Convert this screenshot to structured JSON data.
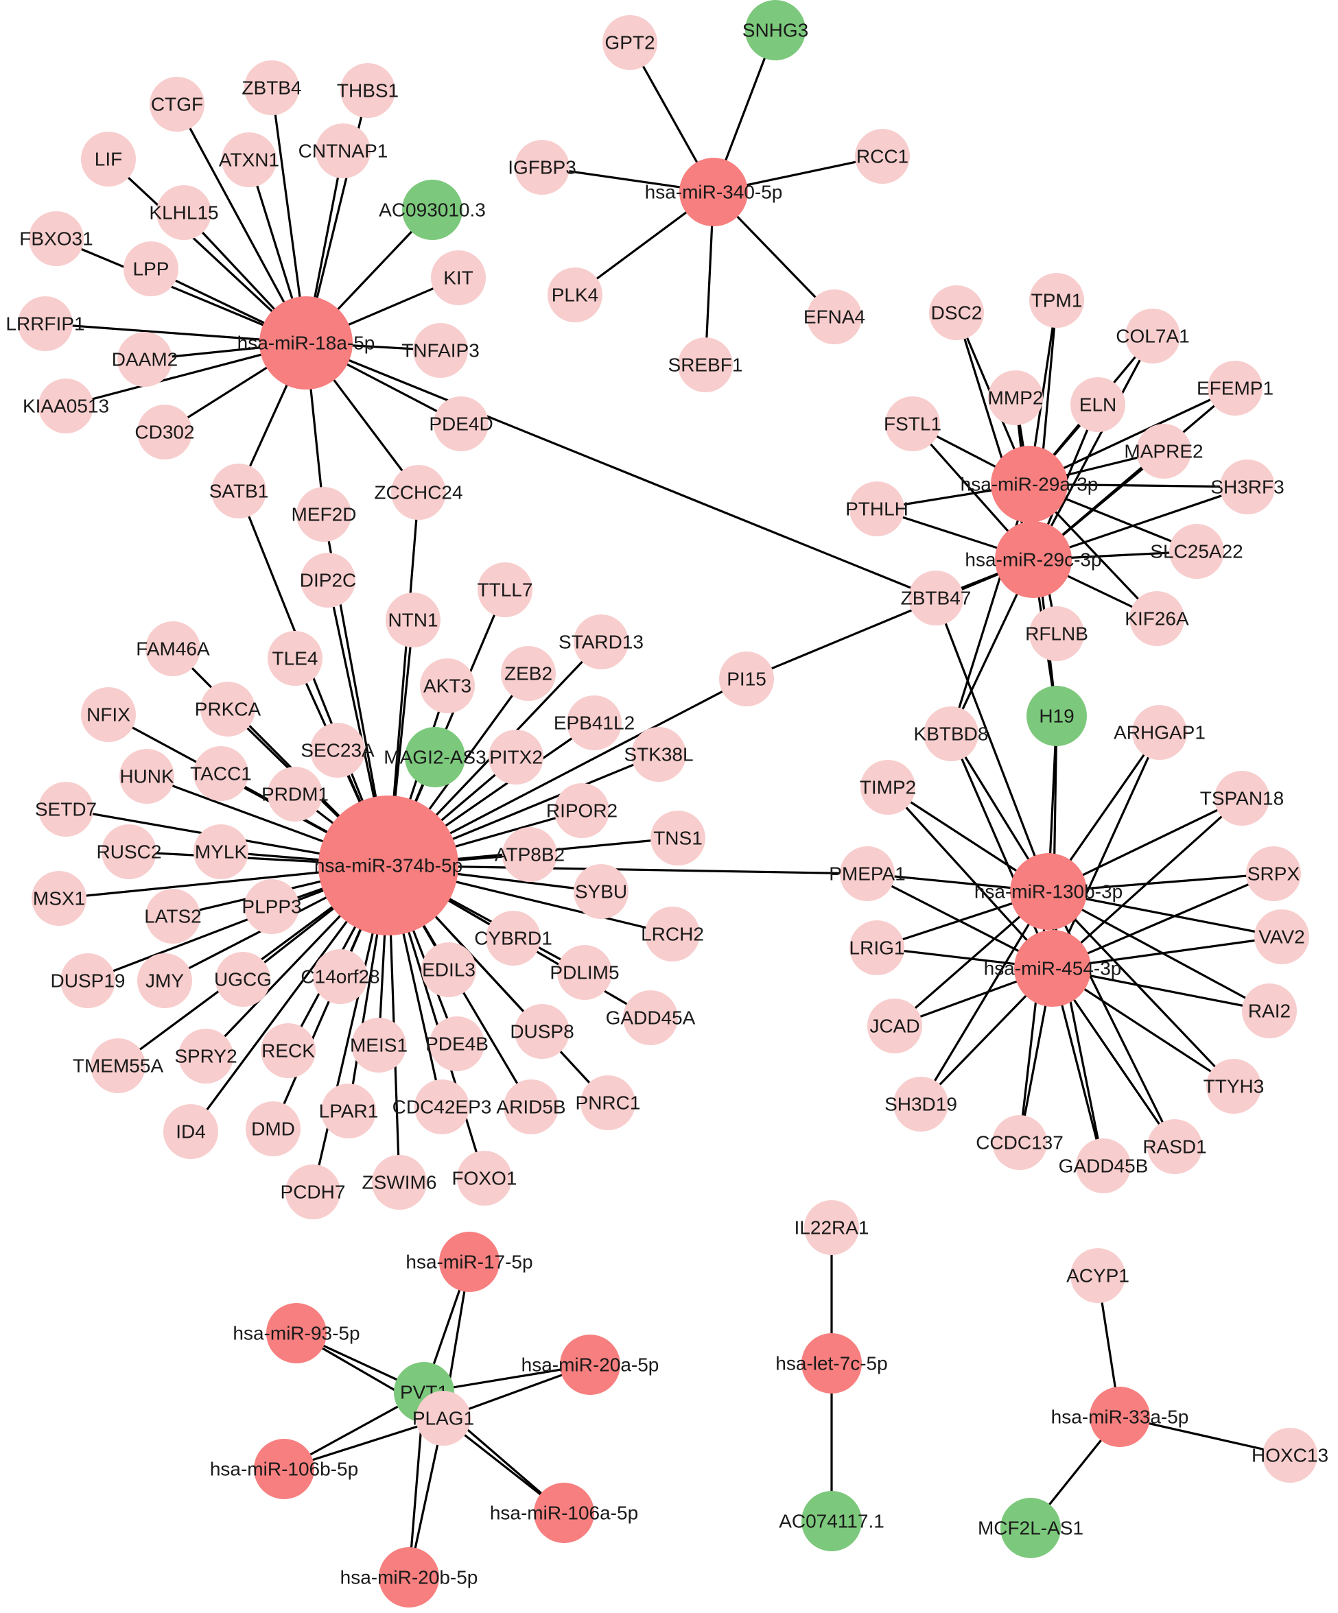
{
  "colors": {
    "mirna": "#f77f7f",
    "lncrna": "#7cc87c",
    "mrna": "#f8cdcd",
    "edge": "#000000"
  },
  "nodes": [
    {
      "id": "hsa-miR-18a-5p",
      "type": "mirna"
    },
    {
      "id": "ZBTB4",
      "type": "mrna"
    },
    {
      "id": "THBS1",
      "type": "mrna"
    },
    {
      "id": "CTGF",
      "type": "mrna"
    },
    {
      "id": "LIF",
      "type": "mrna"
    },
    {
      "id": "ATXN1",
      "type": "mrna"
    },
    {
      "id": "CNTNAP1",
      "type": "mrna"
    },
    {
      "id": "KLHL15",
      "type": "mrna"
    },
    {
      "id": "AC093010.3",
      "type": "lncrna"
    },
    {
      "id": "FBXO31",
      "type": "mrna"
    },
    {
      "id": "LPP",
      "type": "mrna"
    },
    {
      "id": "KIT",
      "type": "mrna"
    },
    {
      "id": "LRRFIP1",
      "type": "mrna"
    },
    {
      "id": "DAAM2",
      "type": "mrna"
    },
    {
      "id": "TNFAIP3",
      "type": "mrna"
    },
    {
      "id": "KIAA0513",
      "type": "mrna"
    },
    {
      "id": "CD302",
      "type": "mrna"
    },
    {
      "id": "PDE4D",
      "type": "mrna"
    },
    {
      "id": "SATB1",
      "type": "mrna"
    },
    {
      "id": "MEF2D",
      "type": "mrna"
    },
    {
      "id": "ZCCHC24",
      "type": "mrna"
    },
    {
      "id": "hsa-miR-340-5p",
      "type": "mirna"
    },
    {
      "id": "GPT2",
      "type": "mrna"
    },
    {
      "id": "SNHG3",
      "type": "lncrna"
    },
    {
      "id": "IGFBP3",
      "type": "mrna"
    },
    {
      "id": "RCC1",
      "type": "mrna"
    },
    {
      "id": "PLK4",
      "type": "mrna"
    },
    {
      "id": "EFNA4",
      "type": "mrna"
    },
    {
      "id": "SREBF1",
      "type": "mrna"
    },
    {
      "id": "hsa-miR-29a-3p",
      "type": "mirna"
    },
    {
      "id": "hsa-miR-29c-3p",
      "type": "mirna"
    },
    {
      "id": "DSC2",
      "type": "mrna"
    },
    {
      "id": "TPM1",
      "type": "mrna"
    },
    {
      "id": "COL7A1",
      "type": "mrna"
    },
    {
      "id": "MMP2",
      "type": "mrna"
    },
    {
      "id": "ELN",
      "type": "mrna"
    },
    {
      "id": "EFEMP1",
      "type": "mrna"
    },
    {
      "id": "FSTL1",
      "type": "mrna"
    },
    {
      "id": "MAPRE2",
      "type": "mrna"
    },
    {
      "id": "PTHLH",
      "type": "mrna"
    },
    {
      "id": "SH3RF3",
      "type": "mrna"
    },
    {
      "id": "SLC25A22",
      "type": "mrna"
    },
    {
      "id": "ZBTB47",
      "type": "mrna"
    },
    {
      "id": "KIF26A",
      "type": "mrna"
    },
    {
      "id": "RFLNB",
      "type": "mrna"
    },
    {
      "id": "PI15",
      "type": "mrna"
    },
    {
      "id": "H19",
      "type": "lncrna"
    },
    {
      "id": "hsa-miR-374b-5p",
      "type": "mirna"
    },
    {
      "id": "DIP2C",
      "type": "mrna"
    },
    {
      "id": "TTLL7",
      "type": "mrna"
    },
    {
      "id": "NTN1",
      "type": "mrna"
    },
    {
      "id": "STARD13",
      "type": "mrna"
    },
    {
      "id": "FAM46A",
      "type": "mrna"
    },
    {
      "id": "TLE4",
      "type": "mrna"
    },
    {
      "id": "AKT3",
      "type": "mrna"
    },
    {
      "id": "ZEB2",
      "type": "mrna"
    },
    {
      "id": "NFIX",
      "type": "mrna"
    },
    {
      "id": "PRKCA",
      "type": "mrna"
    },
    {
      "id": "SEC23A",
      "type": "mrna"
    },
    {
      "id": "EPB41L2",
      "type": "mrna"
    },
    {
      "id": "MAGI2-AS3",
      "type": "lncrna"
    },
    {
      "id": "PITX2",
      "type": "mrna"
    },
    {
      "id": "STK38L",
      "type": "mrna"
    },
    {
      "id": "HUNK",
      "type": "mrna"
    },
    {
      "id": "TACC1",
      "type": "mrna"
    },
    {
      "id": "PRDM1",
      "type": "mrna"
    },
    {
      "id": "SETD7",
      "type": "mrna"
    },
    {
      "id": "RIPOR2",
      "type": "mrna"
    },
    {
      "id": "RUSC2",
      "type": "mrna"
    },
    {
      "id": "MYLK",
      "type": "mrna"
    },
    {
      "id": "ATP8B2",
      "type": "mrna"
    },
    {
      "id": "TNS1",
      "type": "mrna"
    },
    {
      "id": "MSX1",
      "type": "mrna"
    },
    {
      "id": "SYBU",
      "type": "mrna"
    },
    {
      "id": "LATS2",
      "type": "mrna"
    },
    {
      "id": "PLPP3",
      "type": "mrna"
    },
    {
      "id": "LRCH2",
      "type": "mrna"
    },
    {
      "id": "CYBRD1",
      "type": "mrna"
    },
    {
      "id": "DUSP19",
      "type": "mrna"
    },
    {
      "id": "JMY",
      "type": "mrna"
    },
    {
      "id": "UGCG",
      "type": "mrna"
    },
    {
      "id": "C14orf28",
      "type": "mrna"
    },
    {
      "id": "EDIL3",
      "type": "mrna"
    },
    {
      "id": "PDLIM5",
      "type": "mrna"
    },
    {
      "id": "GADD45A",
      "type": "mrna"
    },
    {
      "id": "TMEM55A",
      "type": "mrna"
    },
    {
      "id": "SPRY2",
      "type": "mrna"
    },
    {
      "id": "RECK",
      "type": "mrna"
    },
    {
      "id": "MEIS1",
      "type": "mrna"
    },
    {
      "id": "PDE4B",
      "type": "mrna"
    },
    {
      "id": "DUSP8",
      "type": "mrna"
    },
    {
      "id": "ID4",
      "type": "mrna"
    },
    {
      "id": "DMD",
      "type": "mrna"
    },
    {
      "id": "LPAR1",
      "type": "mrna"
    },
    {
      "id": "CDC42EP3",
      "type": "mrna"
    },
    {
      "id": "ARID5B",
      "type": "mrna"
    },
    {
      "id": "PNRC1",
      "type": "mrna"
    },
    {
      "id": "PCDH7",
      "type": "mrna"
    },
    {
      "id": "ZSWIM6",
      "type": "mrna"
    },
    {
      "id": "FOXO1",
      "type": "mrna"
    },
    {
      "id": "hsa-miR-130b-3p",
      "type": "mirna"
    },
    {
      "id": "hsa-miR-454-3p",
      "type": "mirna"
    },
    {
      "id": "KBTBD8",
      "type": "mrna"
    },
    {
      "id": "ARHGAP1",
      "type": "mrna"
    },
    {
      "id": "TIMP2",
      "type": "mrna"
    },
    {
      "id": "TSPAN18",
      "type": "mrna"
    },
    {
      "id": "PMEPA1",
      "type": "mrna"
    },
    {
      "id": "SRPX",
      "type": "mrna"
    },
    {
      "id": "LRIG1",
      "type": "mrna"
    },
    {
      "id": "VAV2",
      "type": "mrna"
    },
    {
      "id": "JCAD",
      "type": "mrna"
    },
    {
      "id": "RAI2",
      "type": "mrna"
    },
    {
      "id": "SH3D19",
      "type": "mrna"
    },
    {
      "id": "TTYH3",
      "type": "mrna"
    },
    {
      "id": "CCDC137",
      "type": "mrna"
    },
    {
      "id": "GADD45B",
      "type": "mrna"
    },
    {
      "id": "RASD1",
      "type": "mrna"
    },
    {
      "id": "PVT1",
      "type": "lncrna"
    },
    {
      "id": "PLAG1",
      "type": "mrna"
    },
    {
      "id": "hsa-miR-17-5p",
      "type": "mirna"
    },
    {
      "id": "hsa-miR-93-5p",
      "type": "mirna"
    },
    {
      "id": "hsa-miR-20a-5p",
      "type": "mirna"
    },
    {
      "id": "hsa-miR-106b-5p",
      "type": "mirna"
    },
    {
      "id": "hsa-miR-106a-5p",
      "type": "mirna"
    },
    {
      "id": "hsa-miR-20b-5p",
      "type": "mirna"
    },
    {
      "id": "IL22RA1",
      "type": "mrna"
    },
    {
      "id": "hsa-let-7c-5p",
      "type": "mirna"
    },
    {
      "id": "AC074117.1",
      "type": "lncrna"
    },
    {
      "id": "ACYP1",
      "type": "mrna"
    },
    {
      "id": "hsa-miR-33a-5p",
      "type": "mirna"
    },
    {
      "id": "HOXC13",
      "type": "mrna"
    },
    {
      "id": "MCF2L-AS1",
      "type": "lncrna"
    }
  ],
  "edges": [
    [
      "hsa-miR-18a-5p",
      "ZBTB4"
    ],
    [
      "hsa-miR-18a-5p",
      "THBS1"
    ],
    [
      "hsa-miR-18a-5p",
      "CTGF"
    ],
    [
      "hsa-miR-18a-5p",
      "LIF"
    ],
    [
      "hsa-miR-18a-5p",
      "ATXN1"
    ],
    [
      "hsa-miR-18a-5p",
      "CNTNAP1"
    ],
    [
      "hsa-miR-18a-5p",
      "KLHL15"
    ],
    [
      "hsa-miR-18a-5p",
      "AC093010.3"
    ],
    [
      "hsa-miR-18a-5p",
      "FBXO31"
    ],
    [
      "hsa-miR-18a-5p",
      "LPP"
    ],
    [
      "hsa-miR-18a-5p",
      "KIT"
    ],
    [
      "hsa-miR-18a-5p",
      "LRRFIP1"
    ],
    [
      "hsa-miR-18a-5p",
      "DAAM2"
    ],
    [
      "hsa-miR-18a-5p",
      "TNFAIP3"
    ],
    [
      "hsa-miR-18a-5p",
      "KIAA0513"
    ],
    [
      "hsa-miR-18a-5p",
      "CD302"
    ],
    [
      "hsa-miR-18a-5p",
      "PDE4D"
    ],
    [
      "hsa-miR-18a-5p",
      "SATB1"
    ],
    [
      "hsa-miR-18a-5p",
      "MEF2D"
    ],
    [
      "hsa-miR-18a-5p",
      "ZCCHC24"
    ],
    [
      "hsa-miR-18a-5p",
      "ZBTB47"
    ],
    [
      "hsa-miR-340-5p",
      "GPT2"
    ],
    [
      "hsa-miR-340-5p",
      "SNHG3"
    ],
    [
      "hsa-miR-340-5p",
      "IGFBP3"
    ],
    [
      "hsa-miR-340-5p",
      "RCC1"
    ],
    [
      "hsa-miR-340-5p",
      "PLK4"
    ],
    [
      "hsa-miR-340-5p",
      "EFNA4"
    ],
    [
      "hsa-miR-340-5p",
      "SREBF1"
    ],
    [
      "hsa-miR-29a-3p",
      "DSC2"
    ],
    [
      "hsa-miR-29a-3p",
      "TPM1"
    ],
    [
      "hsa-miR-29a-3p",
      "COL7A1"
    ],
    [
      "hsa-miR-29a-3p",
      "MMP2"
    ],
    [
      "hsa-miR-29a-3p",
      "ELN"
    ],
    [
      "hsa-miR-29a-3p",
      "EFEMP1"
    ],
    [
      "hsa-miR-29a-3p",
      "FSTL1"
    ],
    [
      "hsa-miR-29a-3p",
      "MAPRE2"
    ],
    [
      "hsa-miR-29a-3p",
      "PTHLH"
    ],
    [
      "hsa-miR-29a-3p",
      "SH3RF3"
    ],
    [
      "hsa-miR-29a-3p",
      "SLC25A22"
    ],
    [
      "hsa-miR-29a-3p",
      "KIF26A"
    ],
    [
      "hsa-miR-29a-3p",
      "RFLNB"
    ],
    [
      "hsa-miR-29a-3p",
      "H19"
    ],
    [
      "hsa-miR-29a-3p",
      "KBTBD8"
    ],
    [
      "hsa-miR-29c-3p",
      "DSC2"
    ],
    [
      "hsa-miR-29c-3p",
      "TPM1"
    ],
    [
      "hsa-miR-29c-3p",
      "COL7A1"
    ],
    [
      "hsa-miR-29c-3p",
      "MMP2"
    ],
    [
      "hsa-miR-29c-3p",
      "ELN"
    ],
    [
      "hsa-miR-29c-3p",
      "EFEMP1"
    ],
    [
      "hsa-miR-29c-3p",
      "FSTL1"
    ],
    [
      "hsa-miR-29c-3p",
      "MAPRE2"
    ],
    [
      "hsa-miR-29c-3p",
      "PTHLH"
    ],
    [
      "hsa-miR-29c-3p",
      "SH3RF3"
    ],
    [
      "hsa-miR-29c-3p",
      "SLC25A22"
    ],
    [
      "hsa-miR-29c-3p",
      "KIF26A"
    ],
    [
      "hsa-miR-29c-3p",
      "ZBTB47"
    ],
    [
      "hsa-miR-29c-3p",
      "H19"
    ],
    [
      "hsa-miR-29c-3p",
      "PI15"
    ],
    [
      "hsa-miR-29c-3p",
      "KBTBD8"
    ],
    [
      "hsa-miR-374b-5p",
      "SATB1"
    ],
    [
      "hsa-miR-374b-5p",
      "MEF2D"
    ],
    [
      "hsa-miR-374b-5p",
      "ZCCHC24"
    ],
    [
      "hsa-miR-374b-5p",
      "DIP2C"
    ],
    [
      "hsa-miR-374b-5p",
      "TTLL7"
    ],
    [
      "hsa-miR-374b-5p",
      "NTN1"
    ],
    [
      "hsa-miR-374b-5p",
      "STARD13"
    ],
    [
      "hsa-miR-374b-5p",
      "FAM46A"
    ],
    [
      "hsa-miR-374b-5p",
      "TLE4"
    ],
    [
      "hsa-miR-374b-5p",
      "AKT3"
    ],
    [
      "hsa-miR-374b-5p",
      "ZEB2"
    ],
    [
      "hsa-miR-374b-5p",
      "NFIX"
    ],
    [
      "hsa-miR-374b-5p",
      "PRKCA"
    ],
    [
      "hsa-miR-374b-5p",
      "SEC23A"
    ],
    [
      "hsa-miR-374b-5p",
      "EPB41L2"
    ],
    [
      "hsa-miR-374b-5p",
      "MAGI2-AS3"
    ],
    [
      "hsa-miR-374b-5p",
      "PITX2"
    ],
    [
      "hsa-miR-374b-5p",
      "STK38L"
    ],
    [
      "hsa-miR-374b-5p",
      "HUNK"
    ],
    [
      "hsa-miR-374b-5p",
      "TACC1"
    ],
    [
      "hsa-miR-374b-5p",
      "PRDM1"
    ],
    [
      "hsa-miR-374b-5p",
      "SETD7"
    ],
    [
      "hsa-miR-374b-5p",
      "RIPOR2"
    ],
    [
      "hsa-miR-374b-5p",
      "RUSC2"
    ],
    [
      "hsa-miR-374b-5p",
      "MYLK"
    ],
    [
      "hsa-miR-374b-5p",
      "ATP8B2"
    ],
    [
      "hsa-miR-374b-5p",
      "TNS1"
    ],
    [
      "hsa-miR-374b-5p",
      "MSX1"
    ],
    [
      "hsa-miR-374b-5p",
      "SYBU"
    ],
    [
      "hsa-miR-374b-5p",
      "LATS2"
    ],
    [
      "hsa-miR-374b-5p",
      "PLPP3"
    ],
    [
      "hsa-miR-374b-5p",
      "LRCH2"
    ],
    [
      "hsa-miR-374b-5p",
      "CYBRD1"
    ],
    [
      "hsa-miR-374b-5p",
      "DUSP19"
    ],
    [
      "hsa-miR-374b-5p",
      "JMY"
    ],
    [
      "hsa-miR-374b-5p",
      "UGCG"
    ],
    [
      "hsa-miR-374b-5p",
      "C14orf28"
    ],
    [
      "hsa-miR-374b-5p",
      "EDIL3"
    ],
    [
      "hsa-miR-374b-5p",
      "PDLIM5"
    ],
    [
      "hsa-miR-374b-5p",
      "GADD45A"
    ],
    [
      "hsa-miR-374b-5p",
      "TMEM55A"
    ],
    [
      "hsa-miR-374b-5p",
      "SPRY2"
    ],
    [
      "hsa-miR-374b-5p",
      "RECK"
    ],
    [
      "hsa-miR-374b-5p",
      "MEIS1"
    ],
    [
      "hsa-miR-374b-5p",
      "PDE4B"
    ],
    [
      "hsa-miR-374b-5p",
      "DUSP8"
    ],
    [
      "hsa-miR-374b-5p",
      "ID4"
    ],
    [
      "hsa-miR-374b-5p",
      "DMD"
    ],
    [
      "hsa-miR-374b-5p",
      "LPAR1"
    ],
    [
      "hsa-miR-374b-5p",
      "CDC42EP3"
    ],
    [
      "hsa-miR-374b-5p",
      "ARID5B"
    ],
    [
      "hsa-miR-374b-5p",
      "PNRC1"
    ],
    [
      "hsa-miR-374b-5p",
      "PCDH7"
    ],
    [
      "hsa-miR-374b-5p",
      "ZSWIM6"
    ],
    [
      "hsa-miR-374b-5p",
      "FOXO1"
    ],
    [
      "hsa-miR-374b-5p",
      "PI15"
    ],
    [
      "hsa-miR-374b-5p",
      "PMEPA1"
    ],
    [
      "hsa-miR-130b-3p",
      "H19"
    ],
    [
      "hsa-miR-130b-3p",
      "KBTBD8"
    ],
    [
      "hsa-miR-130b-3p",
      "ARHGAP1"
    ],
    [
      "hsa-miR-130b-3p",
      "TIMP2"
    ],
    [
      "hsa-miR-130b-3p",
      "TSPAN18"
    ],
    [
      "hsa-miR-130b-3p",
      "PMEPA1"
    ],
    [
      "hsa-miR-130b-3p",
      "SRPX"
    ],
    [
      "hsa-miR-130b-3p",
      "LRIG1"
    ],
    [
      "hsa-miR-130b-3p",
      "VAV2"
    ],
    [
      "hsa-miR-130b-3p",
      "JCAD"
    ],
    [
      "hsa-miR-130b-3p",
      "RAI2"
    ],
    [
      "hsa-miR-130b-3p",
      "SH3D19"
    ],
    [
      "hsa-miR-130b-3p",
      "TTYH3"
    ],
    [
      "hsa-miR-130b-3p",
      "CCDC137"
    ],
    [
      "hsa-miR-130b-3p",
      "GADD45B"
    ],
    [
      "hsa-miR-130b-3p",
      "RASD1"
    ],
    [
      "hsa-miR-130b-3p",
      "ZBTB47"
    ],
    [
      "hsa-miR-454-3p",
      "H19"
    ],
    [
      "hsa-miR-454-3p",
      "KBTBD8"
    ],
    [
      "hsa-miR-454-3p",
      "ARHGAP1"
    ],
    [
      "hsa-miR-454-3p",
      "TIMP2"
    ],
    [
      "hsa-miR-454-3p",
      "TSPAN18"
    ],
    [
      "hsa-miR-454-3p",
      "PMEPA1"
    ],
    [
      "hsa-miR-454-3p",
      "SRPX"
    ],
    [
      "hsa-miR-454-3p",
      "LRIG1"
    ],
    [
      "hsa-miR-454-3p",
      "VAV2"
    ],
    [
      "hsa-miR-454-3p",
      "JCAD"
    ],
    [
      "hsa-miR-454-3p",
      "RAI2"
    ],
    [
      "hsa-miR-454-3p",
      "SH3D19"
    ],
    [
      "hsa-miR-454-3p",
      "TTYH3"
    ],
    [
      "hsa-miR-454-3p",
      "CCDC137"
    ],
    [
      "hsa-miR-454-3p",
      "GADD45B"
    ],
    [
      "hsa-miR-454-3p",
      "RASD1"
    ],
    [
      "PVT1",
      "hsa-miR-17-5p"
    ],
    [
      "PVT1",
      "hsa-miR-93-5p"
    ],
    [
      "PVT1",
      "hsa-miR-20a-5p"
    ],
    [
      "PVT1",
      "hsa-miR-106b-5p"
    ],
    [
      "PVT1",
      "hsa-miR-106a-5p"
    ],
    [
      "PVT1",
      "hsa-miR-20b-5p"
    ],
    [
      "PLAG1",
      "hsa-miR-17-5p"
    ],
    [
      "PLAG1",
      "hsa-miR-93-5p"
    ],
    [
      "PLAG1",
      "hsa-miR-20a-5p"
    ],
    [
      "PLAG1",
      "hsa-miR-106b-5p"
    ],
    [
      "PLAG1",
      "hsa-miR-106a-5p"
    ],
    [
      "PLAG1",
      "hsa-miR-20b-5p"
    ],
    [
      "hsa-let-7c-5p",
      "IL22RA1"
    ],
    [
      "hsa-let-7c-5p",
      "AC074117.1"
    ],
    [
      "hsa-miR-33a-5p",
      "ACYP1"
    ],
    [
      "hsa-miR-33a-5p",
      "HOXC13"
    ],
    [
      "hsa-miR-33a-5p",
      "MCF2L-AS1"
    ]
  ]
}
